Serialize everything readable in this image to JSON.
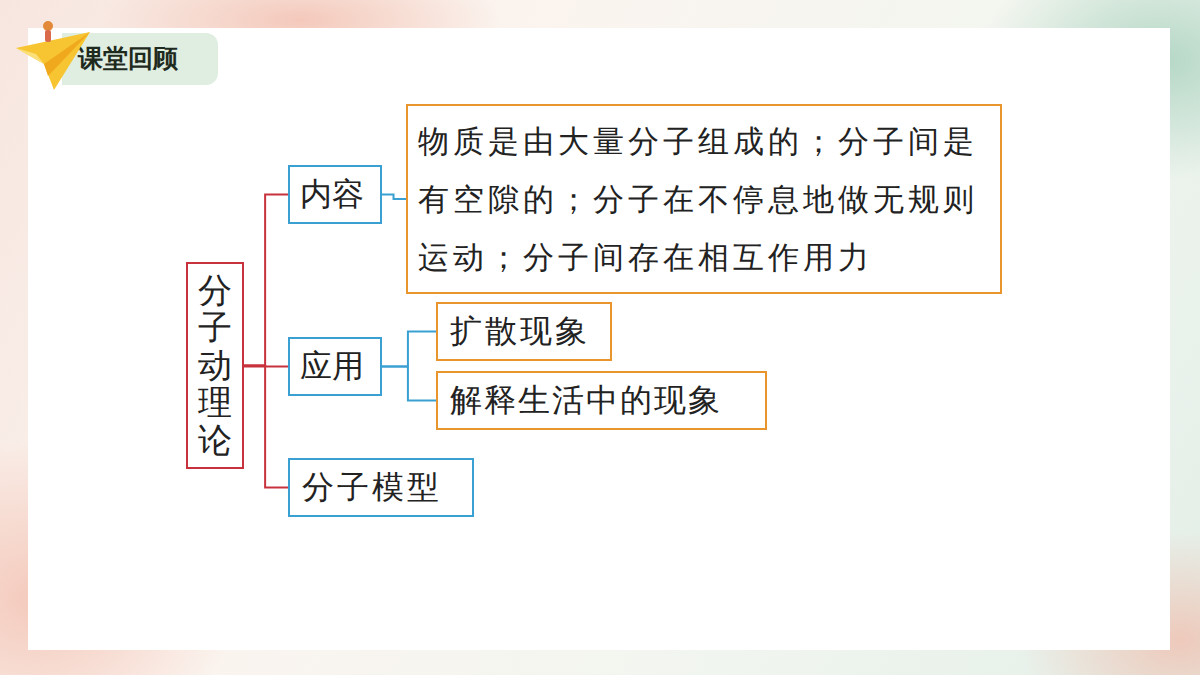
{
  "diagram": {
    "title": "课堂回顾",
    "nodes": [
      {
        "text": [
          "分子动理论"
        ]
      },
      {
        "text": [
          "内容"
        ]
      },
      {
        "text": [
          "物质是由大量分子组成的；分子间是有空隙的；分子在不停息地做无规则运动；分子间存在相互作用力"
        ]
      },
      {
        "text": [
          "应用"
        ]
      },
      {
        "text": [
          "扩散现象"
        ]
      },
      {
        "text": [
          "解释生活中的现象"
        ]
      },
      {
        "text": [
          "分子模型"
        ]
      }
    ],
    "edges": [
      {
        "from": 0,
        "to": 1,
        "arrow": "none"
      },
      {
        "from": 0,
        "to": 3,
        "arrow": "none"
      },
      {
        "from": 0,
        "to": 6,
        "arrow": "none"
      },
      {
        "from": 1,
        "to": 2,
        "arrow": "none"
      },
      {
        "from": 3,
        "to": 4,
        "arrow": "none"
      },
      {
        "from": 3,
        "to": 5,
        "arrow": "none"
      }
    ]
  }
}
